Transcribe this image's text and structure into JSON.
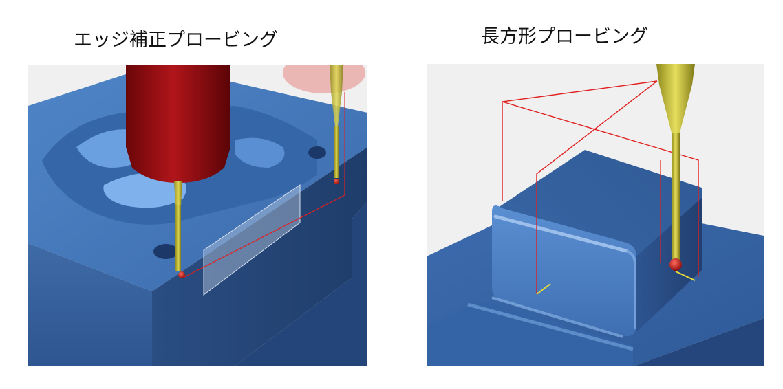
{
  "panels": [
    {
      "title": "エッジ補正プロービング",
      "illustration": "edge-compensation-probing-render"
    },
    {
      "title": "長方形プロービング",
      "illustration": "rectangle-probing-render"
    }
  ],
  "colors": {
    "part_blue": "#3f6fb0",
    "part_blue_light": "#5b8fd0",
    "part_blue_dark": "#1f4275",
    "tool_red": "#9a0e12",
    "probe_yellow": "#c9c23a",
    "path_red": "#e02020",
    "background": "#f0f0f0"
  }
}
